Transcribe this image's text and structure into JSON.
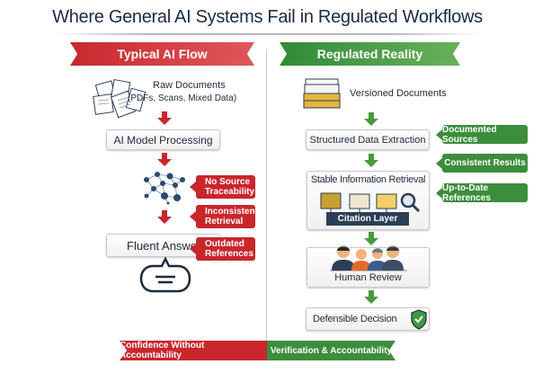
{
  "title": "Where General AI Systems Fail in Regulated Workflows",
  "colors": {
    "red": "#c9262c",
    "green": "#3c8d3c",
    "navy": "#2c3e55"
  },
  "left": {
    "banner": "Typical AI Flow",
    "raw_docs_title": "Raw Documents",
    "raw_docs_sub": "(PDFs, Scans, Mixed Data)",
    "step1": "AI Model Processing",
    "step2": "Fluent Answer",
    "issues": [
      "No Source Traceability",
      "Inconsistent Retrieval",
      "Outdated References"
    ]
  },
  "right": {
    "banner": "Regulated Reality",
    "docs": "Versioned Documents",
    "step1": "Structured Data Extraction",
    "step2": "Stable Information Retrieval",
    "citation": "Citation Layer",
    "step3": "Human Review",
    "step4": "Defensible Decision",
    "benefits": [
      "Documented Sources",
      "Consistent Results",
      "Up-to-Date References"
    ]
  },
  "footer": {
    "left": "Confidence Without Accountability",
    "right": "Verification & Accountability"
  }
}
